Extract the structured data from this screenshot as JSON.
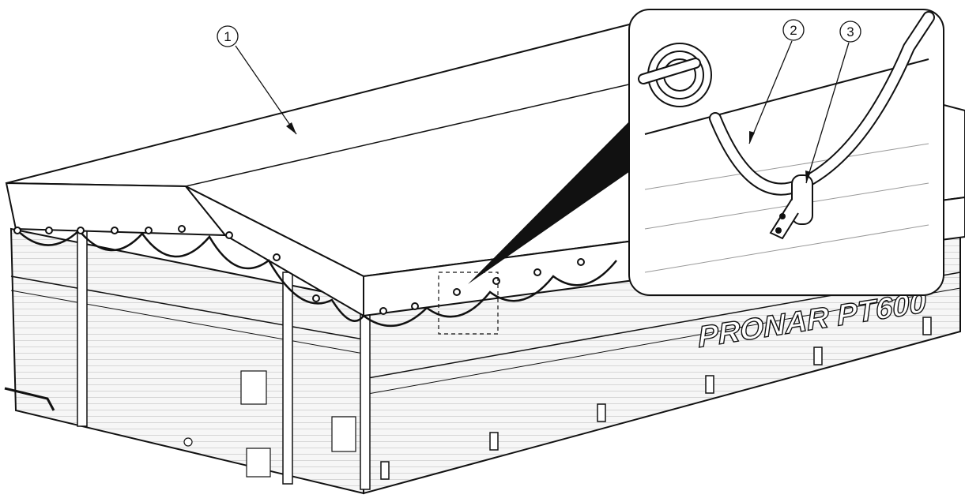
{
  "callouts": [
    {
      "number": "1",
      "part": "cover tarpaulin"
    },
    {
      "number": "2",
      "part": "tie-down rope"
    },
    {
      "number": "3",
      "part": "rope hook"
    }
  ],
  "trailer": {
    "brand_text": "PRONAR PT600"
  },
  "colors": {
    "line": "#111111",
    "tarp_fill": "#ffffff",
    "side_fill": "#f4f4f4",
    "side_stripe": "#d8d8d8"
  },
  "icons": {
    "callout_marker": "numbered-circle",
    "detail_view": "magnifier-inset",
    "hook": "rope-hook"
  }
}
